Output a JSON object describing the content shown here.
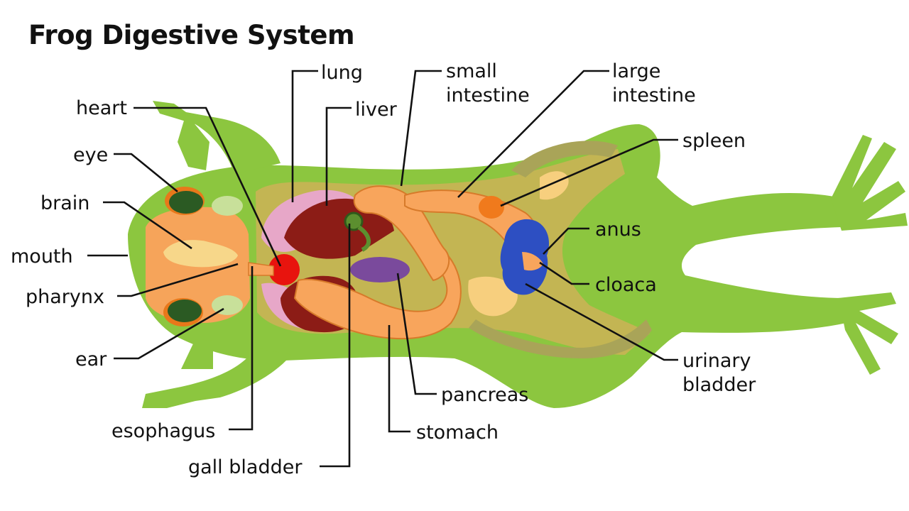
{
  "title": "Frog Digestive System",
  "labels": {
    "heart": "heart",
    "eye": "eye",
    "brain": "brain",
    "mouth": "mouth",
    "pharynx": "pharynx",
    "ear": "ear",
    "esophagus": "esophagus",
    "gall_bladder": "gall bladder",
    "lung": "lung",
    "liver": "liver",
    "small_intestine_1": "small",
    "small_intestine_2": "intestine",
    "large_intestine_1": "large",
    "large_intestine_2": "intestine",
    "spleen": "spleen",
    "anus": "anus",
    "cloaca": "cloaca",
    "urinary_bladder_1": "urinary",
    "urinary_bladder_2": "bladder",
    "pancreas": "pancreas",
    "stomach": "stomach"
  },
  "colors": {
    "skin": "#8cc63f",
    "body_cavity": "#f6a45a",
    "lung": "#e7a7c8",
    "liver": "#8c1c16",
    "stomach": "#f8a55c",
    "heart": "#e8140e",
    "pancreas": "#7a4a9c",
    "bladder": "#2d4fc2",
    "spleen": "#f07a1c",
    "large_intestine": "#a9a458",
    "eye": "#2b5a23",
    "fat_body": "#f7cf7e"
  }
}
